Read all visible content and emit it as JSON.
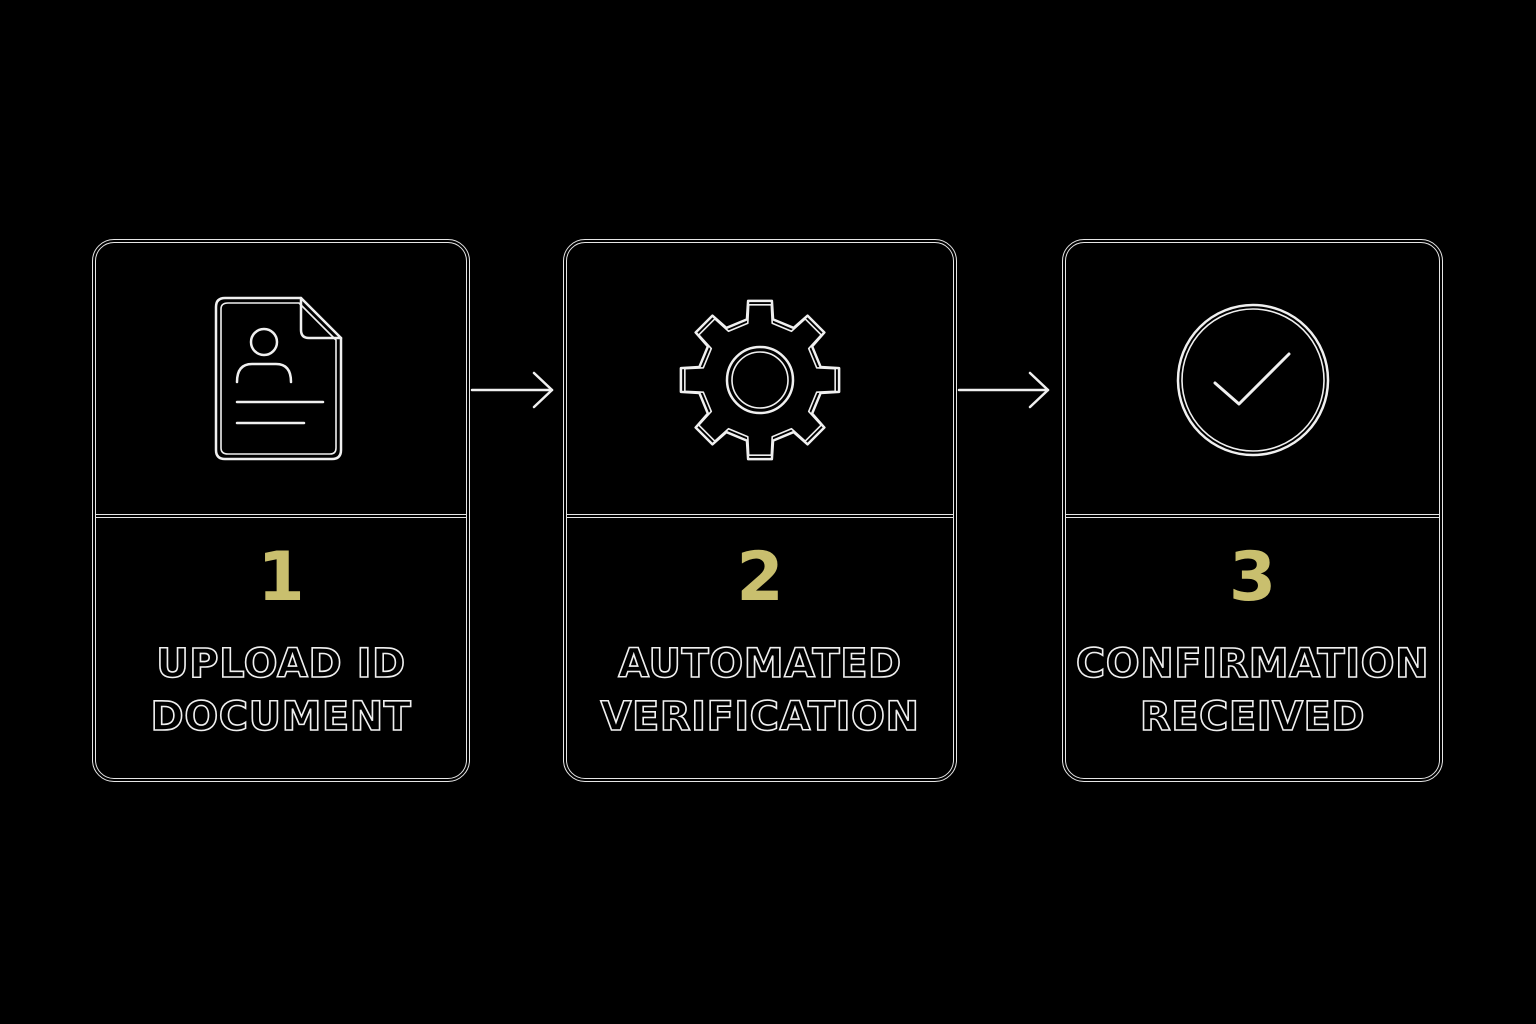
{
  "colors": {
    "background": "#000000",
    "outline": "#e6e6e6",
    "number_accent": "#c9bf6e"
  },
  "steps": [
    {
      "number": "1",
      "label_line1": "UPLOAD ID",
      "label_line2": "DOCUMENT",
      "icon": "id-document-icon"
    },
    {
      "number": "2",
      "label_line1": "AUTOMATED",
      "label_line2": "VERIFICATION",
      "icon": "gear-icon"
    },
    {
      "number": "3",
      "label_line1": "CONFIRMATION",
      "label_line2": "RECEIVED",
      "icon": "check-circle-icon"
    }
  ],
  "connectors": [
    "arrow-right-icon",
    "arrow-right-icon"
  ]
}
